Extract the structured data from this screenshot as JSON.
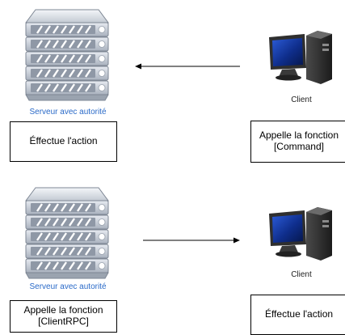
{
  "diagrams": [
    {
      "server_label": "Serveur avec autorité",
      "client_label": "Client",
      "server_box": "Éffectue l'action",
      "client_box": "Appelle la fonction\n[Command]",
      "arrow_direction": "client-to-server"
    },
    {
      "server_label": "Serveur avec autorité",
      "client_label": "Client",
      "server_box": "Appelle la fonction\n[ClientRPC]",
      "client_box": "Éffectue l'action",
      "arrow_direction": "server-to-client"
    }
  ],
  "colors": {
    "server_label": "#2a6ac8",
    "arrow": "#000000",
    "box_border": "#000000"
  },
  "icons": {
    "server": "server-rack-icon",
    "client": "desktop-computer-icon"
  }
}
